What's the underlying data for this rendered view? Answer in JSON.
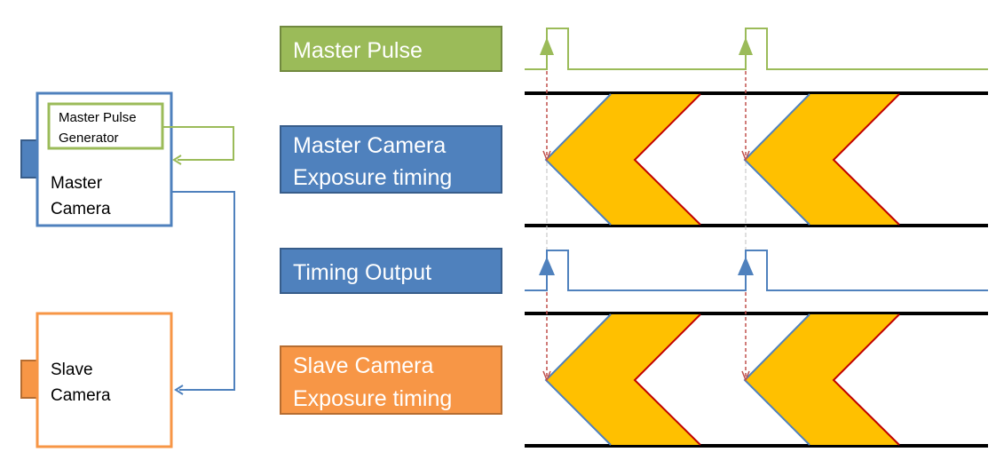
{
  "cameras": {
    "generator": {
      "line1": "Master Pulse",
      "line2": "Generator"
    },
    "master": {
      "line1": "Master",
      "line2": "Camera"
    },
    "slave": {
      "line1": "Slave",
      "line2": "Camera"
    }
  },
  "signals": {
    "master_pulse": "Master Pulse",
    "master_exposure": {
      "line1": "Master Camera",
      "line2": "Exposure timing"
    },
    "timing_output": "Timing Output",
    "slave_exposure": {
      "line1": "Slave Camera",
      "line2": "Exposure timing"
    }
  },
  "colors": {
    "green": "#9BBB59",
    "green_border": "#71893F",
    "blue": "#4F81BD",
    "blue_border": "#385D8A",
    "orange": "#F79646",
    "orange_border": "#B66D31",
    "exposure_fill": "#FFC000",
    "exposure_edge_red": "#C00000",
    "trigger_red": "#C0504D"
  }
}
